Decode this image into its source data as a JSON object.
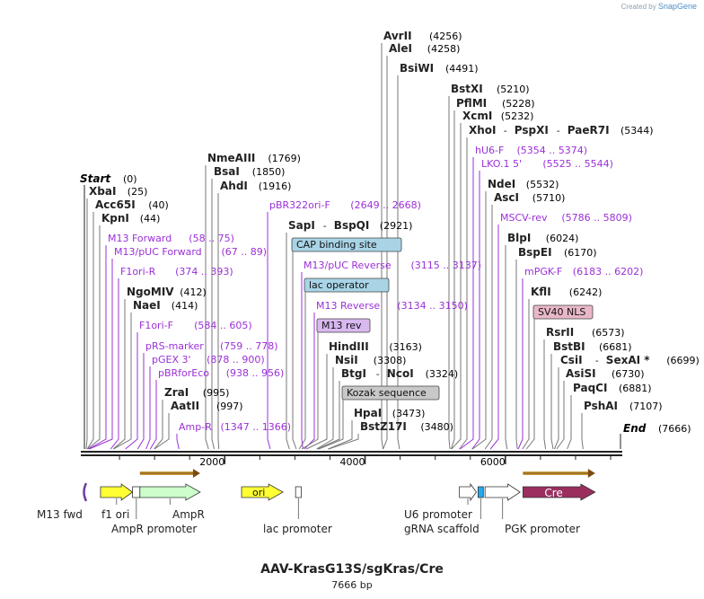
{
  "watermark": {
    "prefix": "Created by",
    "brand": "SnapGene"
  },
  "map": {
    "title": "AAV-KrasG13S/sgKras/Cre",
    "length": "7666 bp",
    "start_label": "Start",
    "start_pos": "(0)",
    "end_label": "End",
    "end_pos": "(7666)",
    "ticks": [
      "2000",
      "4000",
      "6000"
    ]
  },
  "sites": [
    {
      "kind": "enzyme",
      "parts": [
        "AvrII"
      ],
      "pos": "(4256)",
      "bp": 4256
    },
    {
      "kind": "enzyme",
      "parts": [
        "AleI"
      ],
      "pos": "(4258)",
      "bp": 4258
    },
    {
      "kind": "enzyme",
      "parts": [
        "BsiWI"
      ],
      "pos": "(4491)",
      "bp": 4491
    },
    {
      "kind": "enzyme",
      "parts": [
        "BstXI"
      ],
      "pos": "(5210)",
      "bp": 5210
    },
    {
      "kind": "enzyme",
      "parts": [
        "PflMI"
      ],
      "pos": "(5228)",
      "bp": 5228
    },
    {
      "kind": "enzyme",
      "parts": [
        "XcmI"
      ],
      "pos": "(5232)",
      "bp": 5232
    },
    {
      "kind": "enzyme",
      "parts": [
        "XhoI",
        "PspXI",
        "PaeR7I"
      ],
      "pos": "(5344)",
      "bp": 5344
    },
    {
      "kind": "primer",
      "parts": [
        "hU6-F"
      ],
      "pos": "(5354 .. 5374)",
      "bp": 5354
    },
    {
      "kind": "primer",
      "parts": [
        "LKO.1 5'"
      ],
      "pos": "(5525 .. 5544)",
      "bp": 5525
    },
    {
      "kind": "enzyme",
      "parts": [
        "NdeI"
      ],
      "pos": "(5532)",
      "bp": 5532
    },
    {
      "kind": "enzyme",
      "parts": [
        "AscI"
      ],
      "pos": "(5710)",
      "bp": 5710
    },
    {
      "kind": "primer",
      "parts": [
        "MSCV-rev"
      ],
      "pos": "(5786 .. 5809)",
      "bp": 5786
    },
    {
      "kind": "enzyme",
      "parts": [
        "BlpI"
      ],
      "pos": "(6024)",
      "bp": 6024
    },
    {
      "kind": "enzyme",
      "parts": [
        "BspEI"
      ],
      "pos": "(6170)",
      "bp": 6170
    },
    {
      "kind": "primer",
      "parts": [
        "mPGK-F"
      ],
      "pos": "(6183 .. 6202)",
      "bp": 6183
    },
    {
      "kind": "enzyme",
      "parts": [
        "KflI"
      ],
      "pos": "(6242)",
      "bp": 6242
    },
    {
      "kind": "feature",
      "parts": [
        "SV40 NLS"
      ],
      "pos": "",
      "bp": 6300,
      "color": "#e9b8c8"
    },
    {
      "kind": "enzyme",
      "parts": [
        "RsrII"
      ],
      "pos": "(6573)",
      "bp": 6573
    },
    {
      "kind": "enzyme",
      "parts": [
        "BstBI"
      ],
      "pos": "(6681)",
      "bp": 6681
    },
    {
      "kind": "enzyme",
      "parts": [
        "CsiI",
        "SexAI *"
      ],
      "pos": "(6699)",
      "bp": 6699
    },
    {
      "kind": "enzyme",
      "parts": [
        "AsiSI"
      ],
      "pos": "(6730)",
      "bp": 6730
    },
    {
      "kind": "enzyme",
      "parts": [
        "PaqCI"
      ],
      "pos": "(6881)",
      "bp": 6881
    },
    {
      "kind": "enzyme",
      "parts": [
        "PshAI"
      ],
      "pos": "(7107)",
      "bp": 7107
    },
    {
      "kind": "enzyme",
      "parts": [
        "NmeAIII"
      ],
      "pos": "(1769)",
      "bp": 1769
    },
    {
      "kind": "enzyme",
      "parts": [
        "BsaI"
      ],
      "pos": "(1850)",
      "bp": 1850
    },
    {
      "kind": "enzyme",
      "parts": [
        "AhdI"
      ],
      "pos": "(1916)",
      "bp": 1916
    },
    {
      "kind": "primer",
      "parts": [
        "pBR322ori-F"
      ],
      "pos": "(2649 .. 2668)",
      "bp": 2649
    },
    {
      "kind": "enzyme",
      "parts": [
        "SapI",
        "BspQI"
      ],
      "pos": "(2921)",
      "bp": 2921
    },
    {
      "kind": "feature",
      "parts": [
        "CAP binding site"
      ],
      "pos": "",
      "bp": 3020,
      "color": "#a8d4e6"
    },
    {
      "kind": "primer",
      "parts": [
        "M13/pUC Reverse"
      ],
      "pos": "(3115 .. 3137)",
      "bp": 3115
    },
    {
      "kind": "feature",
      "parts": [
        "lac operator"
      ],
      "pos": "",
      "bp": 3060,
      "color": "#a8d4e6"
    },
    {
      "kind": "primer",
      "parts": [
        "M13 Reverse"
      ],
      "pos": "(3134 .. 3150)",
      "bp": 3134
    },
    {
      "kind": "feature",
      "parts": [
        "M13 rev"
      ],
      "pos": "",
      "bp": 3100,
      "color": "#d9b8f0"
    },
    {
      "kind": "enzyme",
      "parts": [
        "HindIII"
      ],
      "pos": "(3163)",
      "bp": 3163
    },
    {
      "kind": "enzyme",
      "parts": [
        "NsiI"
      ],
      "pos": "(3308)",
      "bp": 3308
    },
    {
      "kind": "enzyme",
      "parts": [
        "BtgI",
        "NcoI"
      ],
      "pos": "(3324)",
      "bp": 3324
    },
    {
      "kind": "feature",
      "parts": [
        "Kozak sequence"
      ],
      "pos": "",
      "bp": 3340,
      "color": "#c8c8c8"
    },
    {
      "kind": "enzyme",
      "parts": [
        "HpaI"
      ],
      "pos": "(3473)",
      "bp": 3473
    },
    {
      "kind": "enzyme",
      "parts": [
        "BstZ17I"
      ],
      "pos": "(3480)",
      "bp": 3480
    },
    {
      "kind": "enzyme",
      "parts": [
        "XbaI"
      ],
      "pos": "(25)",
      "bp": 25
    },
    {
      "kind": "enzyme",
      "parts": [
        "Acc65I"
      ],
      "pos": "(40)",
      "bp": 40
    },
    {
      "kind": "enzyme",
      "parts": [
        "KpnI"
      ],
      "pos": "(44)",
      "bp": 44
    },
    {
      "kind": "primer",
      "parts": [
        "M13 Forward"
      ],
      "pos": "(58 .. 75)",
      "bp": 58
    },
    {
      "kind": "primer",
      "parts": [
        "M13/pUC Forward"
      ],
      "pos": "(67 .. 89)",
      "bp": 67
    },
    {
      "kind": "primer",
      "parts": [
        "F1ori-R"
      ],
      "pos": "(374 .. 393)",
      "bp": 374
    },
    {
      "kind": "enzyme",
      "parts": [
        "NgoMIV"
      ],
      "pos": "(412)",
      "bp": 412
    },
    {
      "kind": "enzyme",
      "parts": [
        "NaeI"
      ],
      "pos": "(414)",
      "bp": 414
    },
    {
      "kind": "primer",
      "parts": [
        "F1ori-F"
      ],
      "pos": "(584 .. 605)",
      "bp": 584
    },
    {
      "kind": "primer",
      "parts": [
        "pRS-marker"
      ],
      "pos": "(759 .. 778)",
      "bp": 759
    },
    {
      "kind": "primer",
      "parts": [
        "pGEX 3'"
      ],
      "pos": "(878 .. 900)",
      "bp": 878
    },
    {
      "kind": "primer",
      "parts": [
        "pBRforEco"
      ],
      "pos": "(938 .. 956)",
      "bp": 938
    },
    {
      "kind": "enzyme",
      "parts": [
        "ZraI"
      ],
      "pos": "(995)",
      "bp": 995
    },
    {
      "kind": "enzyme",
      "parts": [
        "AatII"
      ],
      "pos": "(997)",
      "bp": 997
    },
    {
      "kind": "primer",
      "parts": [
        "Amp-R"
      ],
      "pos": "(1347 .. 1366)",
      "bp": 1347
    }
  ],
  "features": [
    {
      "name": "M13 fwd",
      "label": "M13 fwd",
      "start": 0,
      "end": 17,
      "shape": "bracket",
      "color": "#6a3fa0"
    },
    {
      "name": "f1 ori",
      "label": "f1 ori",
      "start": 230,
      "end": 686,
      "shape": "arrow",
      "color": "#ffff33"
    },
    {
      "name": "AmpR promoter",
      "label": "AmpR promoter",
      "start": 686,
      "end": 791,
      "shape": "box",
      "color": "#ffffff"
    },
    {
      "name": "AmpR",
      "label": "AmpR",
      "start": 791,
      "end": 1650,
      "shape": "arrow",
      "color": "#ccffcc"
    },
    {
      "name": "ori",
      "label": "ori",
      "start": 2240,
      "end": 2830,
      "shape": "arrow",
      "color": "#ffff33"
    },
    {
      "name": "lac promoter",
      "label": "lac promoter",
      "start": 3010,
      "end": 3090,
      "shape": "box",
      "color": "#ffffff"
    },
    {
      "name": "U6 promoter",
      "label": "U6 promoter",
      "start": 5345,
      "end": 5586,
      "shape": "arrow",
      "color": "#ffffff"
    },
    {
      "name": "gRNA scaffold",
      "label": "gRNA scaffold",
      "start": 5610,
      "end": 5686,
      "shape": "box",
      "color": "#22aaee"
    },
    {
      "name": "PGK promoter",
      "label": "PGK promoter",
      "start": 5710,
      "end": 6210,
      "shape": "arrow",
      "color": "#ffffff"
    },
    {
      "name": "Cre",
      "label": "Cre",
      "start": 6250,
      "end": 7280,
      "shape": "arrow",
      "color": "#9a2f5e"
    }
  ]
}
